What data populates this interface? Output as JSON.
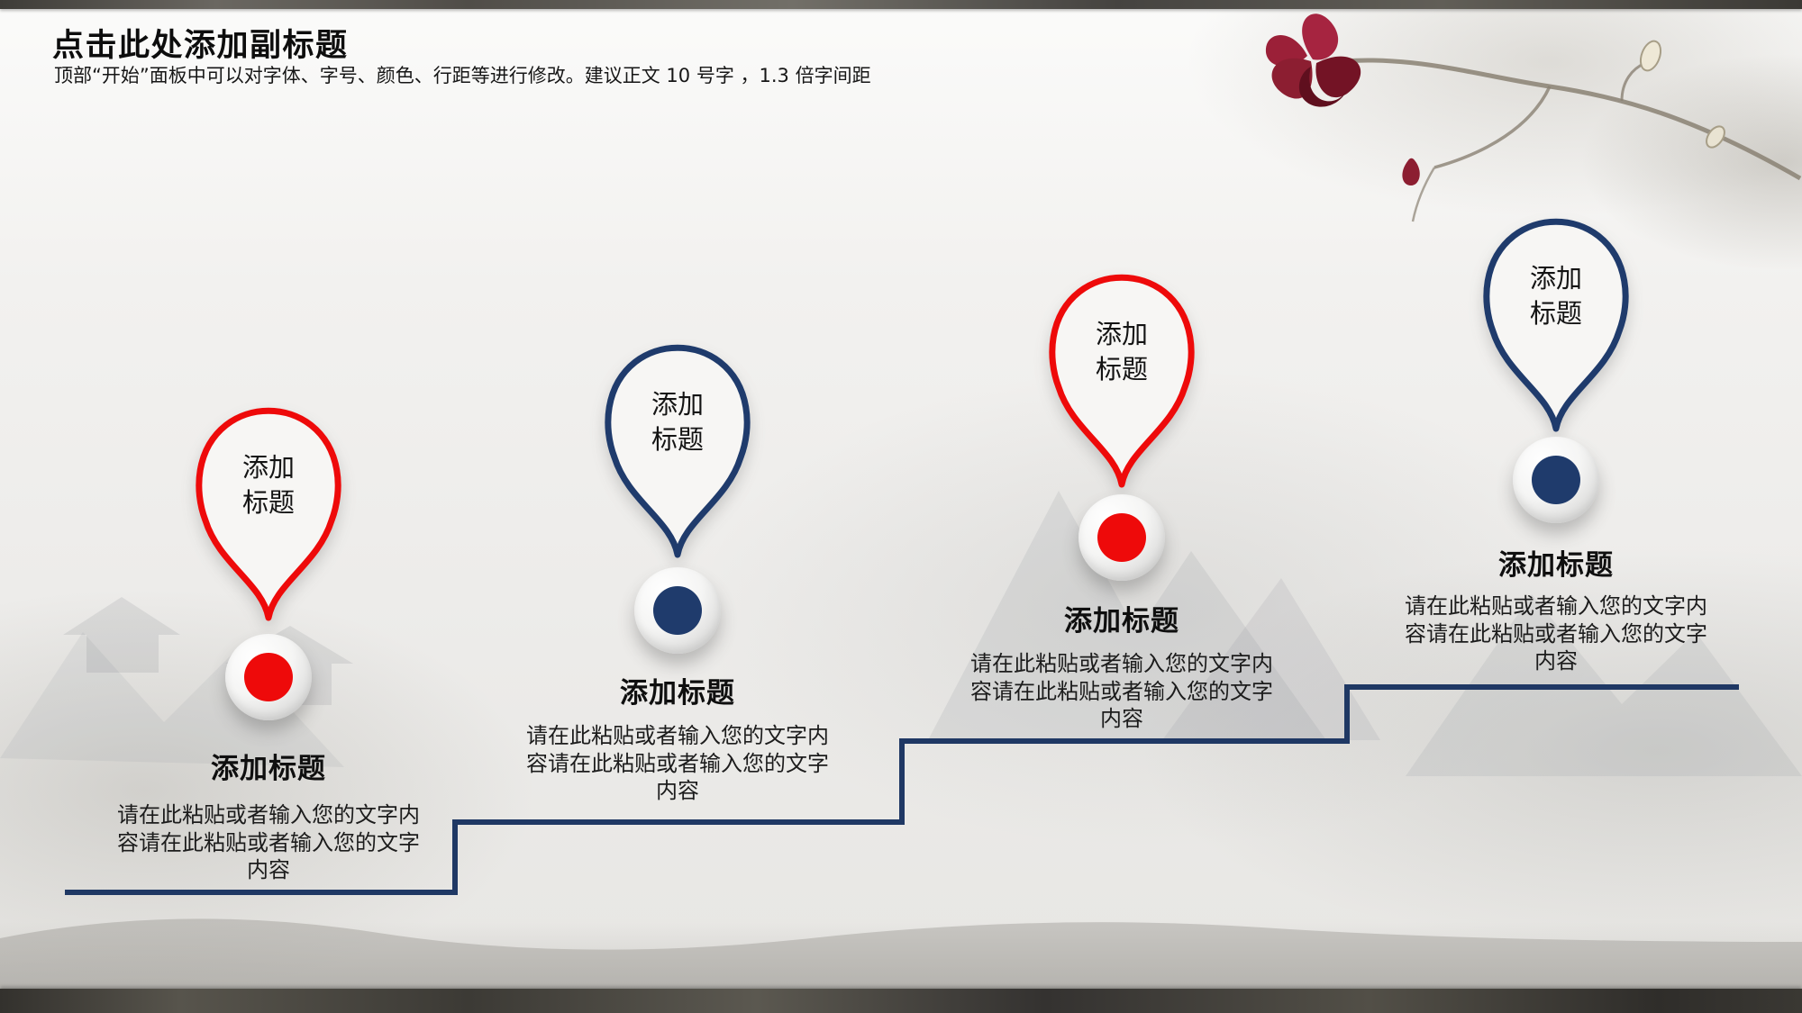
{
  "slide": {
    "title": "点击此处添加副标题",
    "subtitle": "顶部“开始”面板中可以对字体、字号、颜色、行距等进行修改。建议正文 10 号字 ，1.3 倍字间距"
  },
  "colors": {
    "red": "#ee0a0a",
    "navy": "#1f3b6c",
    "line": "#1f3864",
    "pin_fill": "#f7f6f4"
  },
  "steps": [
    {
      "pin_line1": "添加",
      "pin_line2": "标题",
      "heading": "添加标题",
      "body": "请在此粘贴或者输入您的文字内容请在此粘贴或者输入您的文字内容",
      "color": "red"
    },
    {
      "pin_line1": "添加",
      "pin_line2": "标题",
      "heading": "添加标题",
      "body": "请在此粘贴或者输入您的文字内容请在此粘贴或者输入您的文字内容",
      "color": "navy"
    },
    {
      "pin_line1": "添加",
      "pin_line2": "标题",
      "heading": "添加标题",
      "body": "请在此粘贴或者输入您的文字内容请在此粘贴或者输入您的文字内容",
      "color": "red"
    },
    {
      "pin_line1": "添加",
      "pin_line2": "标题",
      "heading": "添加标题",
      "body": "请在此粘贴或者输入您的文字内容请在此粘贴或者输入您的文字内容",
      "color": "navy"
    }
  ]
}
